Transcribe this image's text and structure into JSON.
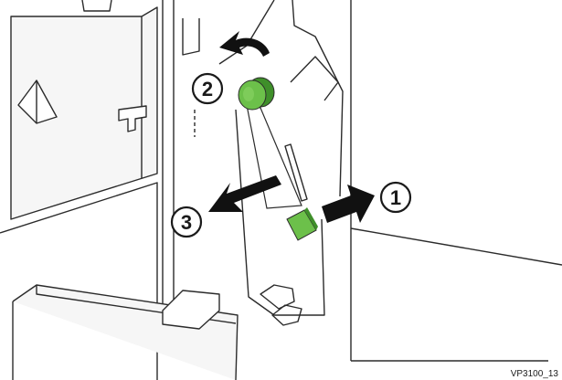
{
  "steps": [
    {
      "number": "1",
      "action": "open-cover-right"
    },
    {
      "number": "2",
      "action": "turn-green-knob-counterclockwise"
    },
    {
      "number": "3",
      "action": "pull-out-paper-left"
    }
  ],
  "figure_id": "VP3100_13",
  "colors": {
    "outline": "#2b2b2b",
    "panel_fill": "#f4f4f4",
    "green_handle": "#6cc04a",
    "green_dark": "#3f8f2a",
    "arrow": "#111111",
    "background": "#ffffff"
  }
}
